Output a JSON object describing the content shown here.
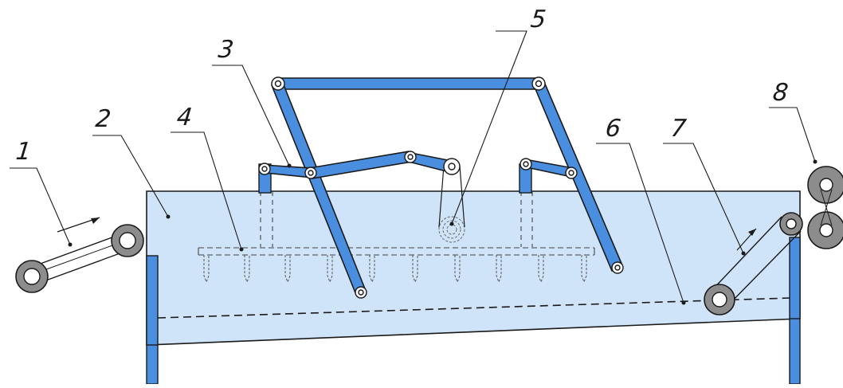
{
  "diagram": {
    "callout_labels": [
      "1",
      "2",
      "3",
      "4",
      "5",
      "6",
      "7",
      "8"
    ],
    "colors": {
      "tank_fill": "#cfe4f8",
      "steel_blue": "#4a8ee0",
      "outline": "#1a1a1a",
      "roller_gray": "#8c8c8c",
      "background": "#ffffff"
    }
  }
}
